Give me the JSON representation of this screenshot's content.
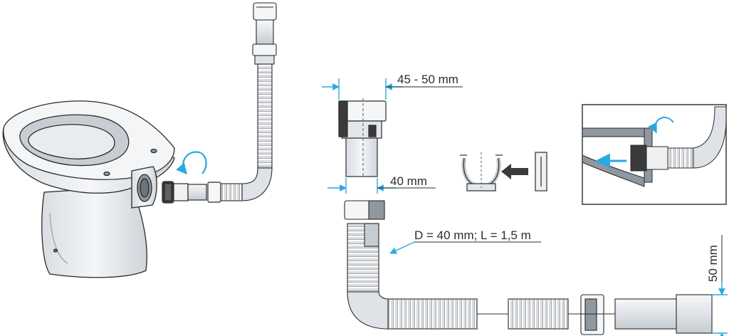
{
  "labels": {
    "socket_width": "45 - 50 mm",
    "pipe_diameter": "40 mm",
    "hose_spec": "D = 40 mm; L = 1,5 m",
    "end_height": "50 mm"
  },
  "colors": {
    "line": "#2b2b2b",
    "dimension": "#2aa9e0",
    "porcelain": "#eef0f2",
    "shade": "#c9ced4",
    "hose": "#d3d7dc",
    "dark_part": "#3a3a3a"
  }
}
